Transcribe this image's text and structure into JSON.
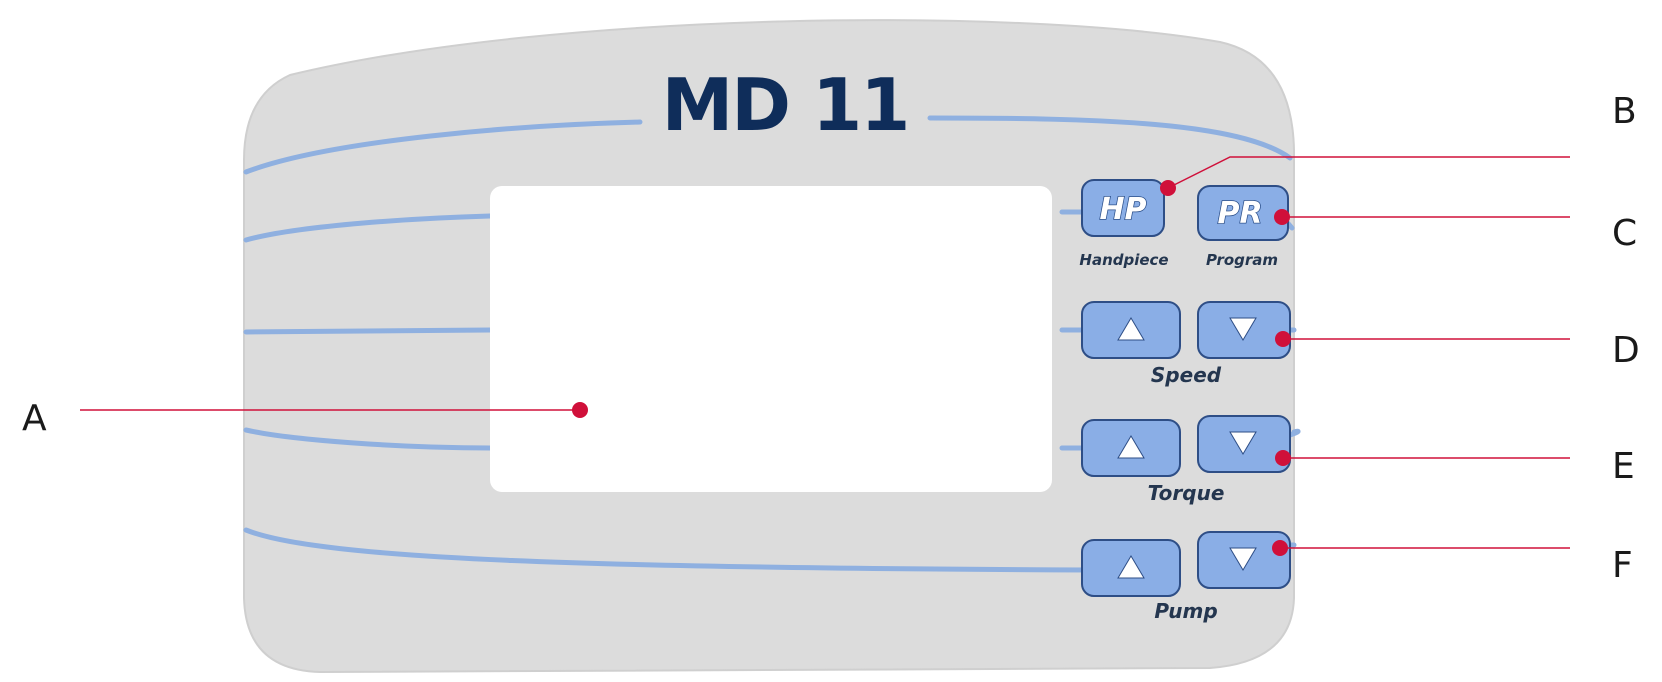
{
  "brand": "MD 11",
  "keys": {
    "hp": {
      "text": "HP",
      "caption": "Handpiece"
    },
    "pr": {
      "text": "PR",
      "caption": "Program"
    }
  },
  "groups": {
    "speed": "Speed",
    "torque": "Torque",
    "pump": "Pump"
  },
  "callouts": {
    "a": "A",
    "b": "B",
    "c": "C",
    "d": "D",
    "e": "E",
    "f": "F"
  },
  "colors": {
    "panel": "#dcdcdc",
    "panel_border": "#cfcfcf",
    "groove": "#8fb0e0",
    "key_fill": "#8aaee6",
    "key_border": "#2e4e86",
    "screen": "#ffffff",
    "callout": "#d0103a",
    "brand": "#0f2d5a"
  }
}
